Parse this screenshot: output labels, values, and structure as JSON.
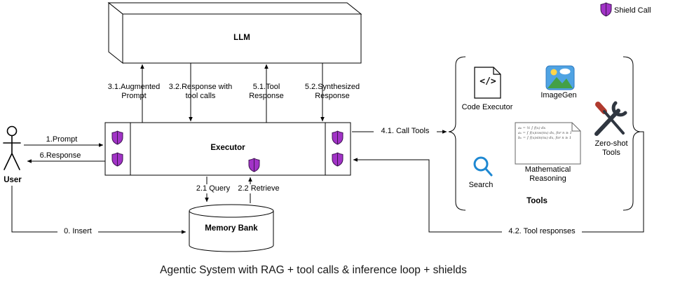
{
  "title": "Agentic System with RAG + tool calls & inference loop + shields",
  "legend": {
    "label": "Shield Call"
  },
  "colors": {
    "shield_fill": "#A233C7",
    "shield_stroke": "#3D1450",
    "search_blue": "#1E88D2",
    "imagegen_sky": "#4FA3E3",
    "imagegen_mountain": "#43A047",
    "imagegen_sun": "#FFD54A"
  },
  "nodes": {
    "llm": {
      "label": "LLM"
    },
    "executor": {
      "label": "Executor"
    },
    "user": {
      "label": "User"
    },
    "memory_bank": {
      "label": "Memory Bank"
    },
    "tools_group": {
      "label": "Tools"
    },
    "code_executor": {
      "label": "Code Executor",
      "glyph": "</>"
    },
    "imagegen": {
      "label": "ImageGen"
    },
    "search": {
      "label": "Search"
    },
    "math_reasoning": {
      "label": "Mathematical Reasoning"
    },
    "zero_shot_tools": {
      "label": "Zero-shot Tools"
    }
  },
  "edges": {
    "prompt": {
      "label": "1.Prompt"
    },
    "response": {
      "label": "6.Response"
    },
    "augmented_prompt": {
      "label": "3.1.Augmented Prompt"
    },
    "response_with_tool_calls": {
      "label": "3.2.Response with tool calls"
    },
    "tool_response": {
      "label": "5.1.Tool Response"
    },
    "synthesized_response": {
      "label": "5.2.Synthesized Response"
    },
    "call_tools": {
      "label": "4.1. Call Tools"
    },
    "tool_responses": {
      "label": "4.2. Tool responses"
    },
    "query": {
      "label": "2.1 Query"
    },
    "retrieve": {
      "label": "2.2 Retrieve"
    },
    "insert": {
      "label": "0. Insert"
    }
  },
  "math_note_lines": [
    "a₀ = ½ ∫ f(x) dx",
    "aₙ = ∫ f(x)cos(nx) dx,  for n ≥ 1",
    "bₙ = ∫ f(x)sin(nx) dx,  for n ≥ 1"
  ]
}
